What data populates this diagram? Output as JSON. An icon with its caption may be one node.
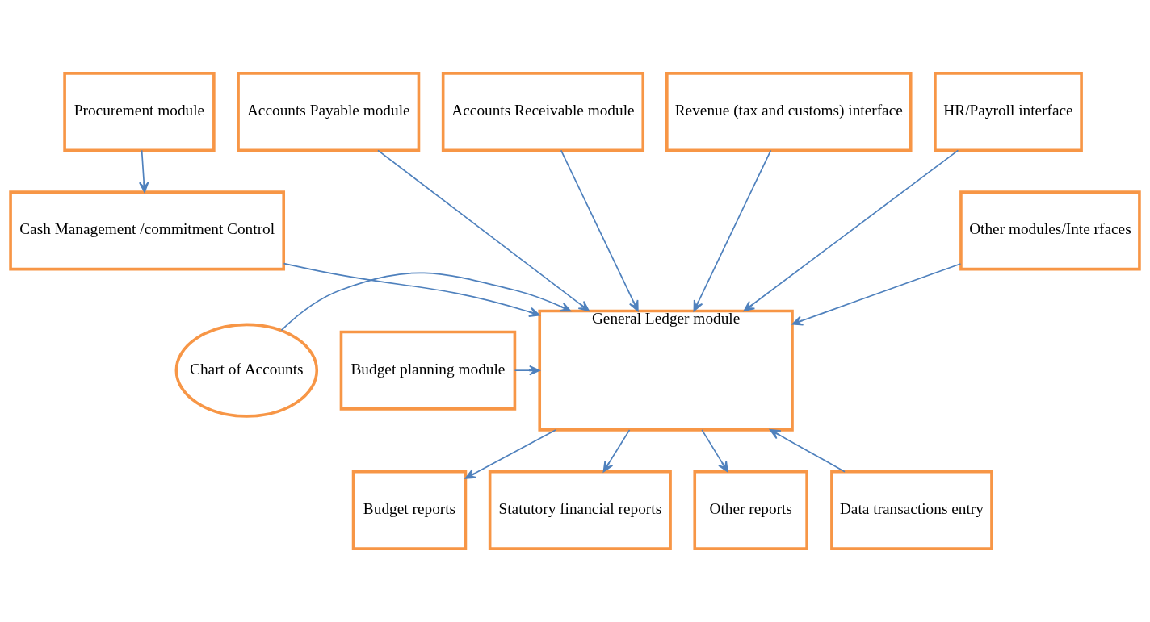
{
  "diagram": {
    "nodes": [
      {
        "text": [
          "Procurement module"
        ]
      },
      {
        "text": [
          "Accounts Payable module"
        ]
      },
      {
        "text": [
          "Accounts Receivable module"
        ]
      },
      {
        "text": [
          "Revenue (tax and customs) interface"
        ]
      },
      {
        "text": [
          "HR/Payroll interface"
        ]
      },
      {
        "text": [
          "Cash Management /commitment Control"
        ]
      },
      {
        "text": [
          "Other modules/Inte rfaces"
        ]
      },
      {
        "text": [
          "General Ledger module"
        ]
      },
      {
        "text": [
          "Chart of Accounts"
        ]
      },
      {
        "text": [
          "Budget planning module"
        ]
      },
      {
        "text": [
          "Data transactions entry"
        ]
      },
      {
        "text": [
          "Budget reports"
        ]
      },
      {
        "text": [
          "Statutory financial reports"
        ]
      },
      {
        "text": [
          "Other reports"
        ]
      }
    ],
    "edges": [
      {
        "from": 0,
        "to": 5,
        "arrow": "to"
      },
      {
        "from": 1,
        "to": 7,
        "arrow": "to"
      },
      {
        "from": 2,
        "to": 7,
        "arrow": "to"
      },
      {
        "from": 3,
        "to": 7,
        "arrow": "to"
      },
      {
        "from": 4,
        "to": 7,
        "arrow": "to"
      },
      {
        "from": 6,
        "to": 7,
        "arrow": "to"
      },
      {
        "from": 5,
        "to": 7,
        "arrow": "to"
      },
      {
        "from": 9,
        "to": 7,
        "arrow": "to"
      },
      {
        "from": 10,
        "to": 7,
        "arrow": "to"
      },
      {
        "from": 8,
        "to": 7,
        "arrow": "to"
      },
      {
        "from": 7,
        "to": 11,
        "arrow": "to"
      },
      {
        "from": 7,
        "to": 12,
        "arrow": "to"
      },
      {
        "from": 7,
        "to": 13,
        "arrow": "to"
      }
    ]
  }
}
